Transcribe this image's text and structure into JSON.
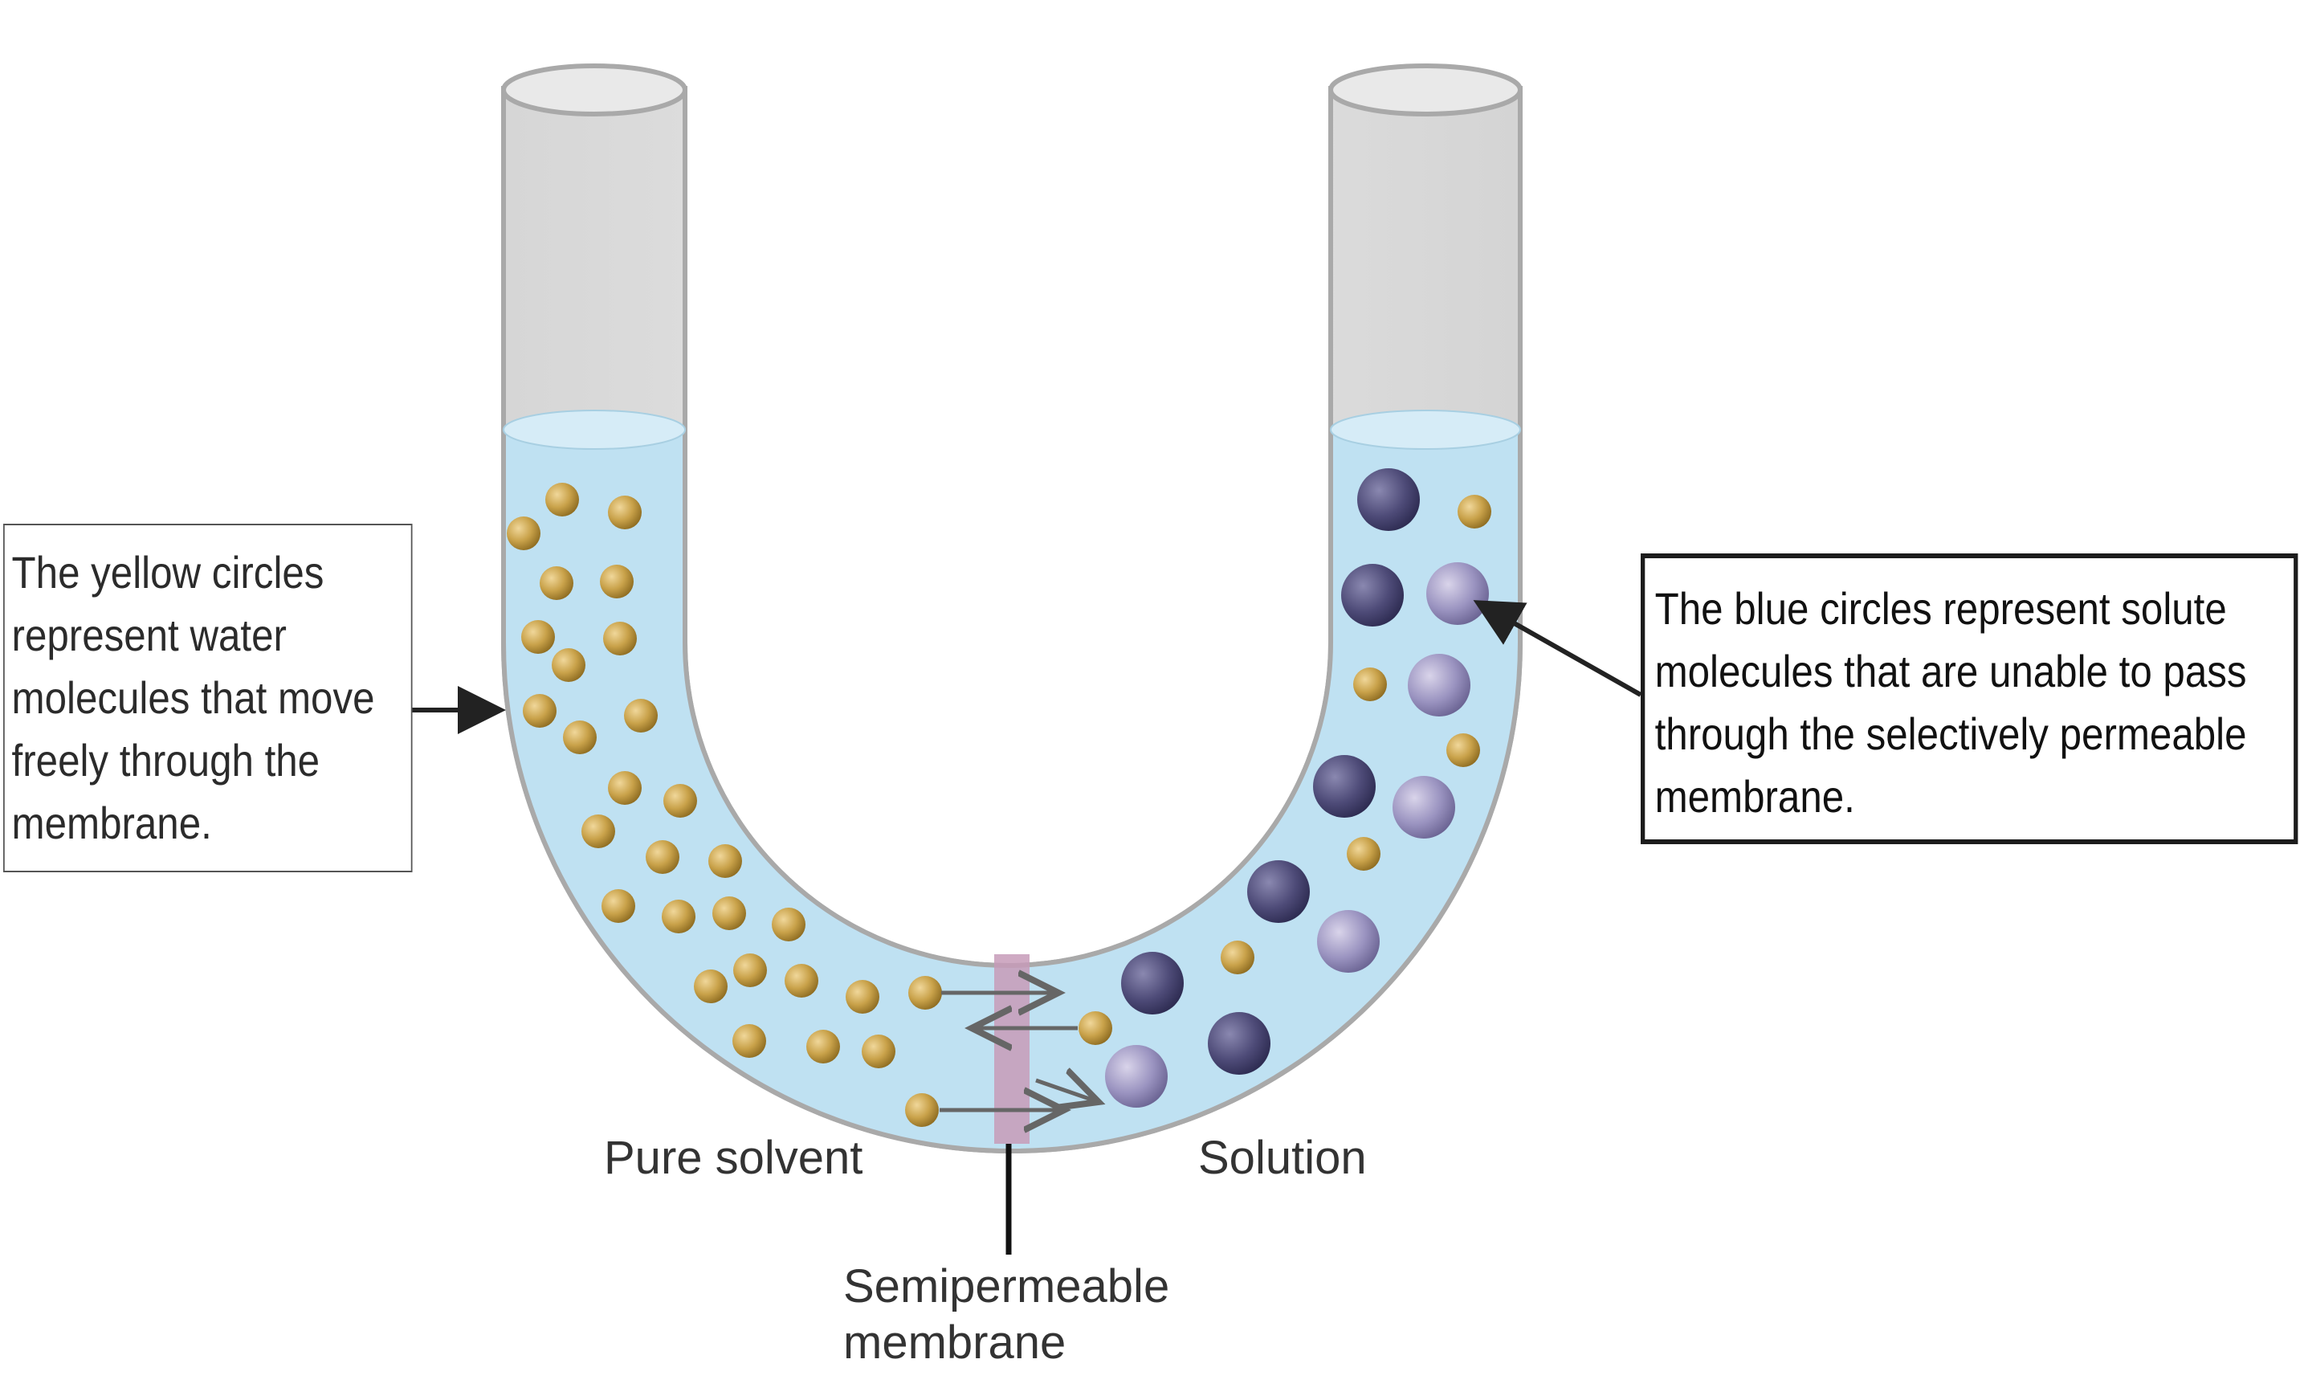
{
  "callouts": {
    "water": "The yellow circles represent water molecules that move freely through the membrane.",
    "solute": "The blue circles represent solute molecules that are unable to pass through the selectively permeable membrane."
  },
  "labels": {
    "pure_solvent": "Pure solvent",
    "solution": "Solution",
    "membrane_line1": "Semipermeable",
    "membrane_line2": "membrane"
  },
  "colors": {
    "tube": "#dcdcdc",
    "tube_outline": "#a9a9a9",
    "liquid": "#bfe1f2",
    "water_molecule": "#c9a24a",
    "solute_molecule": "#6a6890",
    "membrane": "#c79bb8",
    "callout_border_left": "#555555",
    "callout_border_right": "#1c1c1c"
  }
}
